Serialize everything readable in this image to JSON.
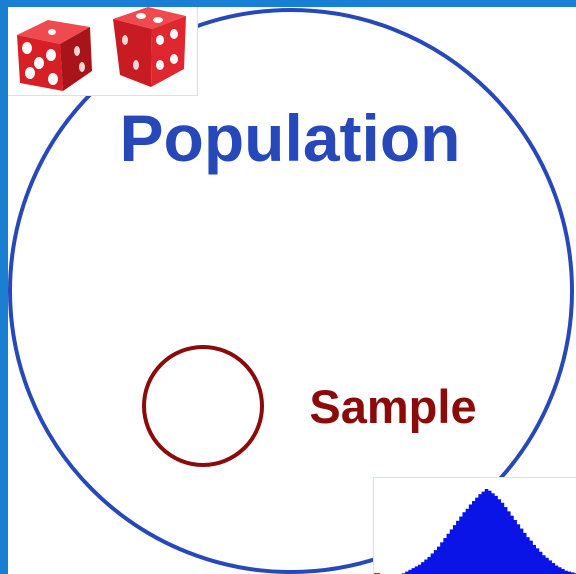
{
  "diagram": {
    "population_label": "Population",
    "sample_label": "Sample",
    "colors": {
      "frame": "#1a7fd1",
      "population": "#2648b8",
      "sample": "#8b0a0a",
      "histogram": "#0a14e6",
      "dice": "#d81f26"
    }
  },
  "dice_image": {
    "icon": "two-red-dice-icon",
    "faces": [
      5,
      4
    ]
  },
  "histogram": {
    "icon": "histogram-icon",
    "bins": [
      0.02,
      0.04,
      0.06,
      0.08,
      0.1,
      0.12,
      0.15,
      0.18,
      0.21,
      0.25,
      0.29,
      0.33,
      0.38,
      0.43,
      0.48,
      0.53,
      0.58,
      0.63,
      0.68,
      0.73,
      0.77,
      0.82,
      0.86,
      0.9,
      0.94,
      0.97,
      1.0,
      0.98,
      0.95,
      0.92,
      0.88,
      0.84,
      0.79,
      0.74,
      0.69,
      0.64,
      0.59,
      0.54,
      0.49,
      0.44,
      0.4,
      0.35,
      0.31,
      0.27,
      0.23,
      0.2,
      0.17,
      0.14,
      0.11,
      0.09,
      0.07,
      0.05,
      0.04,
      0.03,
      0.02
    ]
  }
}
